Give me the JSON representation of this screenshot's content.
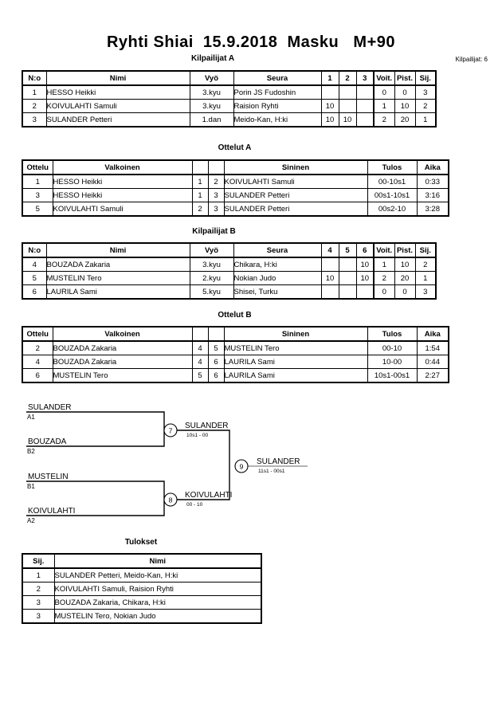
{
  "document": {
    "title": "Ryhti Shiai  15.9.2018  Masku   M+90",
    "entrants_label": "Kilpailijat: 6"
  },
  "pool_a": {
    "caption": "Kilpailijat A",
    "headers": [
      "N:o",
      "Nimi",
      "Vyö",
      "Seura",
      "1",
      "2",
      "3",
      "Voit.",
      "Pist.",
      "Sij."
    ],
    "rows": [
      {
        "no": "1",
        "name": "HESSO Heikki",
        "belt": "3.kyu",
        "club": "Porin JS Fudoshin",
        "m1": "",
        "m2": "",
        "m3": "",
        "wins": "0",
        "points": "0",
        "rank": "3"
      },
      {
        "no": "2",
        "name": "KOIVULAHTI Samuli",
        "belt": "3.kyu",
        "club": "Raision Ryhti",
        "m1": "10",
        "m2": "",
        "m3": "",
        "wins": "1",
        "points": "10",
        "rank": "2"
      },
      {
        "no": "3",
        "name": "SULANDER Petteri",
        "belt": "1.dan",
        "club": "Meido-Kan, H:ki",
        "m1": "10",
        "m2": "10",
        "m3": "",
        "wins": "2",
        "points": "20",
        "rank": "1"
      }
    ]
  },
  "matches_a": {
    "caption": "Ottelut A",
    "headers": [
      "Ottelu",
      "Valkoinen",
      "",
      "",
      "Sininen",
      "Tulos",
      "Aika"
    ],
    "rows": [
      {
        "match": "1",
        "white": "HESSO Heikki",
        "wno": "1",
        "bno": "2",
        "blue": "KOIVULAHTI Samuli",
        "result": "00-10s1",
        "time": "0:33"
      },
      {
        "match": "3",
        "white": "HESSO Heikki",
        "wno": "1",
        "bno": "3",
        "blue": "SULANDER Petteri",
        "result": "00s1-10s1",
        "time": "3:16"
      },
      {
        "match": "5",
        "white": "KOIVULAHTI Samuli",
        "wno": "2",
        "bno": "3",
        "blue": "SULANDER Petteri",
        "result": "00s2-10",
        "time": "3:28"
      }
    ]
  },
  "pool_b": {
    "caption": "Kilpailijat B",
    "headers": [
      "N:o",
      "Nimi",
      "Vyö",
      "Seura",
      "4",
      "5",
      "6",
      "Voit.",
      "Pist.",
      "Sij."
    ],
    "rows": [
      {
        "no": "4",
        "name": "BOUZADA Zakaria",
        "belt": "3.kyu",
        "club": "Chikara, H:ki",
        "m1": "",
        "m2": "",
        "m3": "10",
        "wins": "1",
        "points": "10",
        "rank": "2"
      },
      {
        "no": "5",
        "name": "MUSTELIN Tero",
        "belt": "2.kyu",
        "club": "Nokian Judo",
        "m1": "10",
        "m2": "",
        "m3": "10",
        "wins": "2",
        "points": "20",
        "rank": "1"
      },
      {
        "no": "6",
        "name": "LAURILA Sami",
        "belt": "5.kyu",
        "club": "Shisei, Turku",
        "m1": "",
        "m2": "",
        "m3": "",
        "wins": "0",
        "points": "0",
        "rank": "3"
      }
    ]
  },
  "matches_b": {
    "caption": "Ottelut B",
    "headers": [
      "Ottelu",
      "Valkoinen",
      "",
      "",
      "Sininen",
      "Tulos",
      "Aika"
    ],
    "rows": [
      {
        "match": "2",
        "white": "BOUZADA Zakaria",
        "wno": "4",
        "bno": "5",
        "blue": "MUSTELIN Tero",
        "result": "00-10",
        "time": "1:54"
      },
      {
        "match": "4",
        "white": "BOUZADA Zakaria",
        "wno": "4",
        "bno": "6",
        "blue": "LAURILA Sami",
        "result": "10-00",
        "time": "0:44"
      },
      {
        "match": "6",
        "white": "MUSTELIN Tero",
        "wno": "5",
        "bno": "6",
        "blue": "LAURILA Sami",
        "result": "10s1-00s1",
        "time": "2:27"
      }
    ]
  },
  "bracket": {
    "entries": [
      {
        "name": "SULANDER",
        "seed": "A1"
      },
      {
        "name": "BOUZADA",
        "seed": "B2"
      },
      {
        "name": "MUSTELIN",
        "seed": "B1"
      },
      {
        "name": "KOIVULAHTI",
        "seed": "A2"
      }
    ],
    "semifinals": [
      {
        "number": "7",
        "winner": "SULANDER",
        "score": "10s1 - 00"
      },
      {
        "number": "8",
        "winner": "KOIVULAHTI",
        "score": "00 - 10"
      }
    ],
    "final": {
      "number": "9",
      "winner": "SULANDER",
      "score": "11s1 - 00s1"
    }
  },
  "results": {
    "caption": "Tulokset",
    "headers": [
      "Sij.",
      "Nimi"
    ],
    "rows": [
      {
        "rank": "1",
        "name": "SULANDER Petteri, Meido-Kan, H:ki"
      },
      {
        "rank": "2",
        "name": "KOIVULAHTI Samuli, Raision Ryhti"
      },
      {
        "rank": "3",
        "name": "BOUZADA Zakaria, Chikara, H:ki"
      },
      {
        "rank": "3",
        "name": "MUSTELIN Tero, Nokian Judo"
      }
    ]
  }
}
